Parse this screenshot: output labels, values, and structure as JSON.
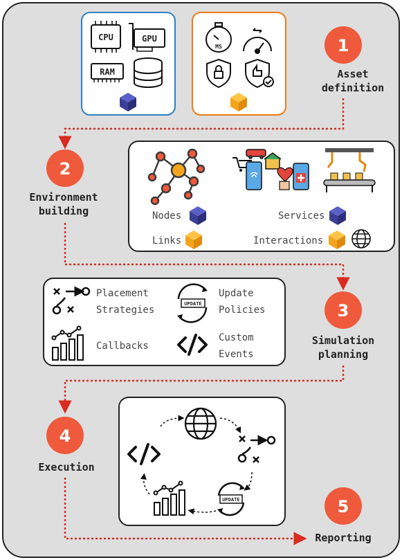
{
  "steps": [
    {
      "number": "1",
      "label_line1": "Asset",
      "label_line2": "definition"
    },
    {
      "number": "2",
      "label_line1": "Environment",
      "label_line2": "building"
    },
    {
      "number": "3",
      "label_line1": "Simulation",
      "label_line2": "planning"
    },
    {
      "number": "4",
      "label_line1": "Execution",
      "label_line2": ""
    },
    {
      "number": "5",
      "label_line1": "Reporting",
      "label_line2": ""
    }
  ],
  "assets": {
    "hardware": {
      "cpu": "CPU",
      "gpu": "GPU",
      "ram": "RAM"
    },
    "requirements": {
      "latency": "MS"
    }
  },
  "environment": {
    "nodes": "Nodes",
    "links": "Links",
    "services": "Services",
    "interactions": "Interactions"
  },
  "planning": {
    "placement_line1": "Placement",
    "placement_line2": "Strategies",
    "update_line1": "Update",
    "update_line2": "Policies",
    "update_badge": "UPDATE",
    "callbacks": "Callbacks",
    "custom_line1": "Custom",
    "custom_line2": "Events"
  },
  "execution": {
    "update_badge": "UPDATE"
  },
  "colors": {
    "step_circle": "#ef5a3c",
    "arrow": "#d92b1f",
    "blue_box": "#2f7fc1",
    "orange_box": "#ee7a16",
    "blue_cube": "#3b3f96",
    "orange_cube": "#f4a41c",
    "panel_bg": "#dedede"
  }
}
